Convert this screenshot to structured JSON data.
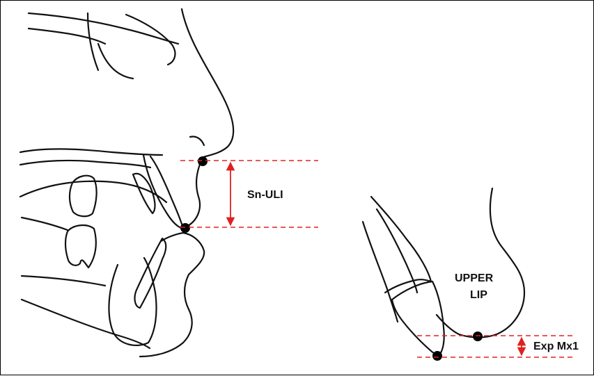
{
  "labels": {
    "sn_uli": "Sn-ULI",
    "upper_lip_line1": "UPPER",
    "upper_lip_line2": "LIP",
    "exp_mx1": "Exp Mx1"
  },
  "colors": {
    "outline": "#111111",
    "guide": "#e02020",
    "landmark": "#000000"
  }
}
